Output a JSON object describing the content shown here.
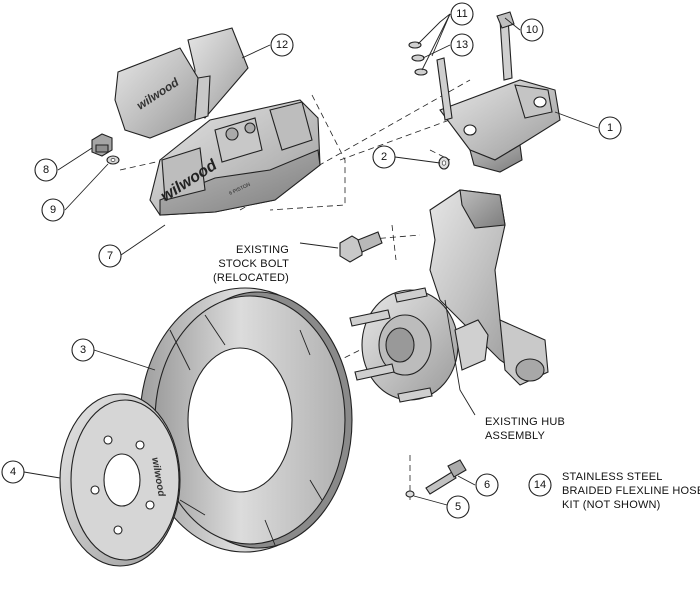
{
  "callouts": [
    {
      "num": "1"
    },
    {
      "num": "2"
    },
    {
      "num": "3"
    },
    {
      "num": "4"
    },
    {
      "num": "5"
    },
    {
      "num": "6"
    },
    {
      "num": "7"
    },
    {
      "num": "8"
    },
    {
      "num": "9"
    },
    {
      "num": "10"
    },
    {
      "num": "11"
    },
    {
      "num": "12"
    },
    {
      "num": "13"
    },
    {
      "num": "14"
    }
  ],
  "labels": {
    "stock_bolt": [
      "EXISTING",
      "STOCK BOLT",
      "(RELOCATED)"
    ],
    "hub": [
      "EXISTING HUB",
      "ASSEMBLY"
    ],
    "flexline": [
      "STAINLESS STEEL",
      "BRAIDED FLEXLINE HOSE",
      "KIT (NOT SHOWN)"
    ]
  },
  "branding": {
    "caliper_logo": "wilwood",
    "pad_logo": "wilwood",
    "hat_logo": "wilwood",
    "caliper_model": "6 PISTON"
  },
  "colors": {
    "line": "#222222",
    "metal_light": "#d4d4d4",
    "metal_mid": "#b3b3b3",
    "metal_dark": "#8c8c8c",
    "background": "#ffffff"
  }
}
